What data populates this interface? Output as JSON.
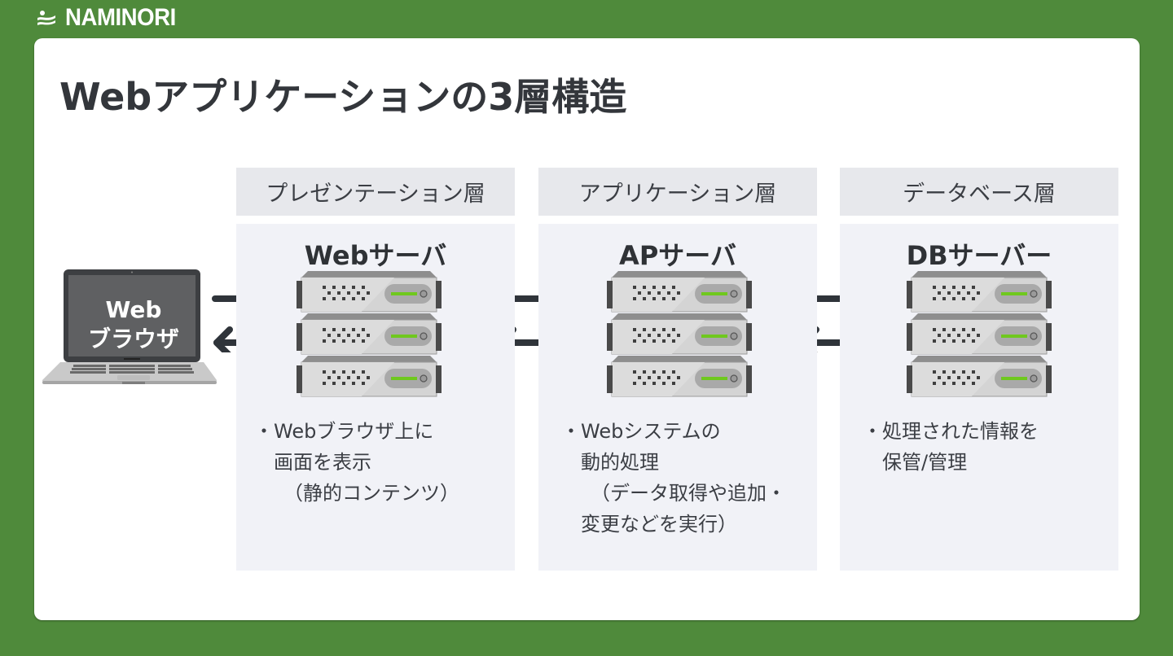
{
  "brand": {
    "name": "NAMINORI",
    "logo_icon": "wave-rider-logo-icon"
  },
  "colors": {
    "background_green": "#4f8a3b",
    "card_white": "#ffffff",
    "header_gray": "#e7e8ec",
    "column_bg": "#f1f2f7",
    "text_dark": "#33363b",
    "arrow_dark": "#2f343a",
    "server_led_green": "#6fc81e"
  },
  "slide": {
    "title": "Webアプリケーションの3層構造"
  },
  "client": {
    "icon": "laptop-icon",
    "label_line1": "Web",
    "label_line2": "ブラウザ"
  },
  "connectors": [
    {
      "icon": "bidirectional-arrows-icon",
      "from": "Webブラウザ",
      "to": "Webサーバ"
    },
    {
      "icon": "bidirectional-arrows-icon",
      "from": "Webサーバ",
      "to": "APサーバ"
    },
    {
      "icon": "bidirectional-arrows-icon",
      "from": "APサーバ",
      "to": "DBサーバー"
    }
  ],
  "tiers": [
    {
      "layer": "プレゼンテーション層",
      "server": "Webサーバ",
      "icon": "server-rack-icon",
      "description": [
        "・Webブラウザ上に",
        "画面を表示",
        "（静的コンテンツ）"
      ]
    },
    {
      "layer": "アプリケーション層",
      "server": "APサーバ",
      "icon": "server-rack-icon",
      "description": [
        "・Webシステムの",
        "動的処理",
        "（データ取得や追加・",
        "変更などを実行）"
      ]
    },
    {
      "layer": "データベース層",
      "server": "DBサーバー",
      "icon": "server-rack-icon",
      "description": [
        "・処理された情報を",
        "保管/管理"
      ]
    }
  ]
}
